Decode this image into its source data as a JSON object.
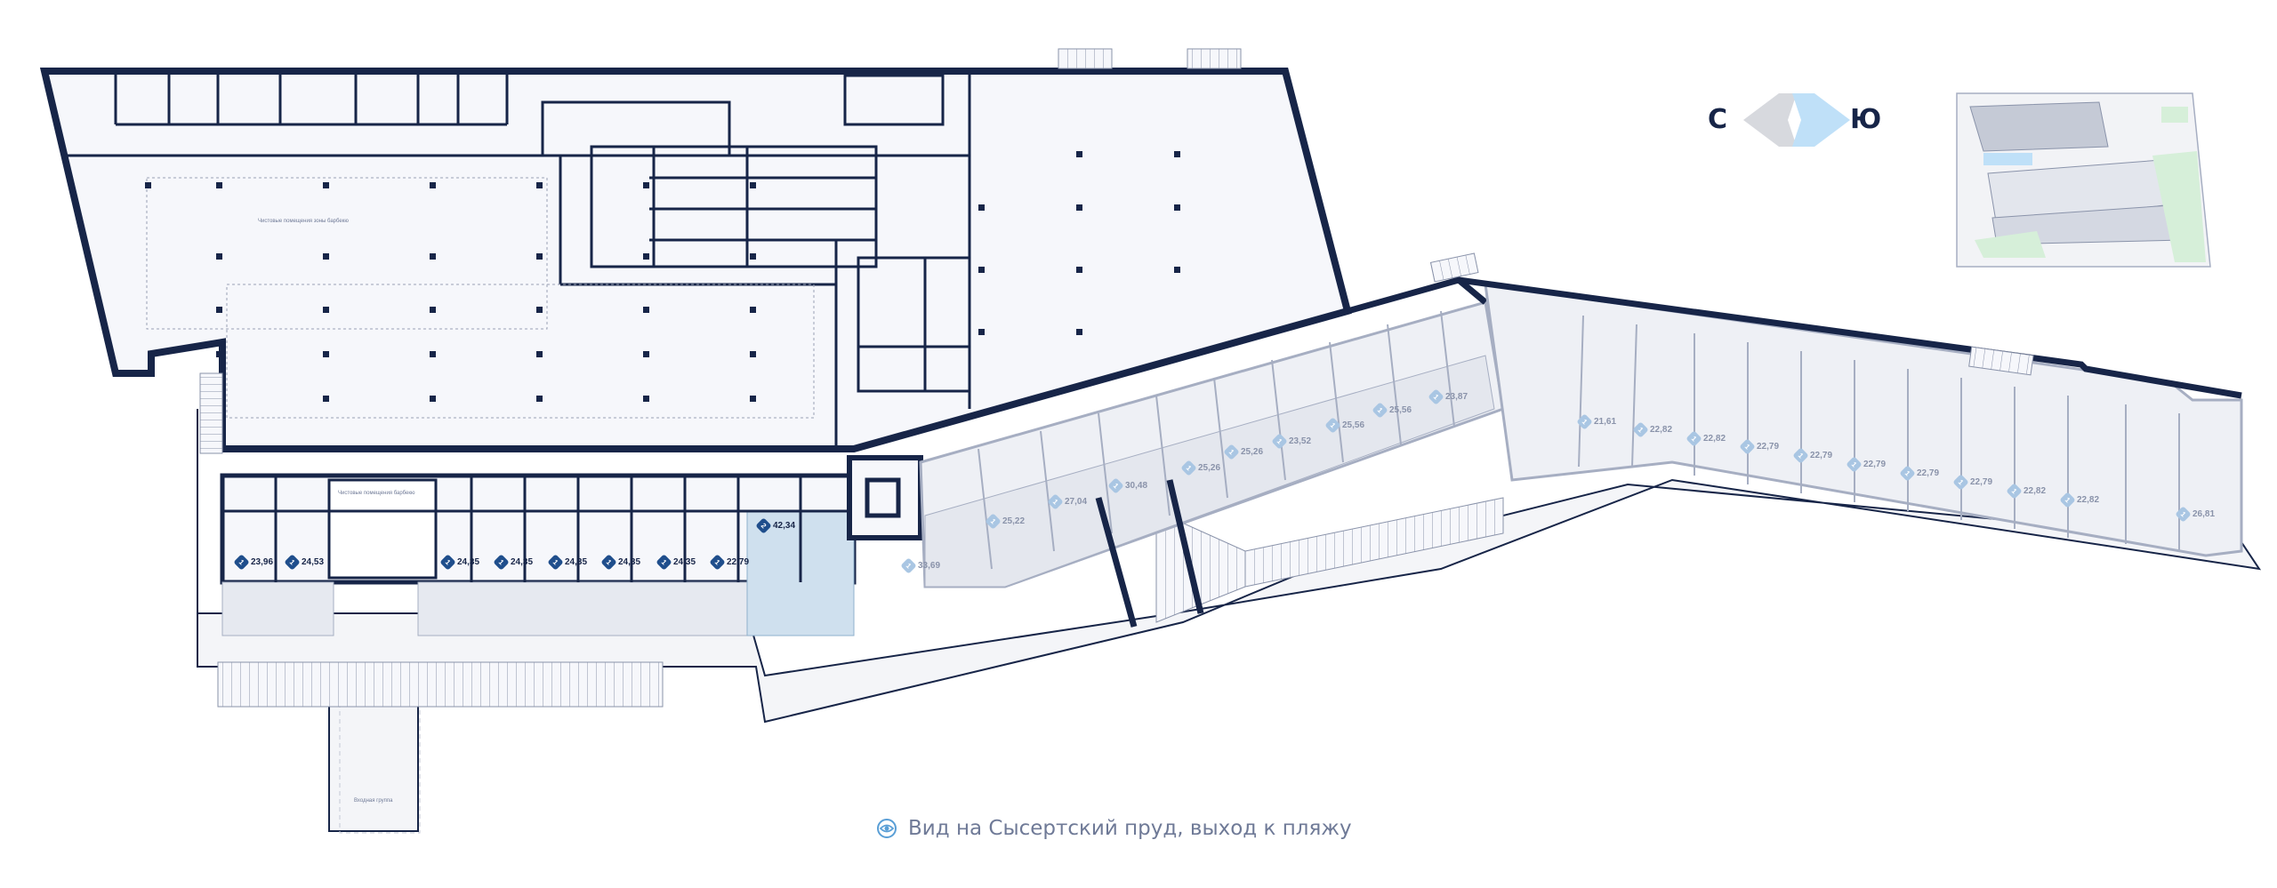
{
  "compass": {
    "north": "С",
    "south": "Ю"
  },
  "caption": {
    "text": "Вид на Сысертский пруд, выход к пляжу",
    "icon": "eye-icon"
  },
  "labels": {
    "area_a": "Чистовые помещения зоны барбекю",
    "area_b": "Чистовые помещения барбекю",
    "entrance": "Входная группа"
  },
  "units_left": [
    {
      "rooms": "1",
      "area": "23,96"
    },
    {
      "rooms": "1",
      "area": "24,53"
    },
    {
      "rooms": "1",
      "area": "24,35"
    },
    {
      "rooms": "1",
      "area": "24,35"
    },
    {
      "rooms": "1",
      "area": "24,35"
    },
    {
      "rooms": "1",
      "area": "24,35"
    },
    {
      "rooms": "1",
      "area": "24,35"
    },
    {
      "rooms": "1",
      "area": "22,79"
    },
    {
      "rooms": "2",
      "area": "42,34"
    }
  ],
  "units_middle": [
    {
      "rooms": "1",
      "area": "33,69"
    },
    {
      "rooms": "1",
      "area": "25,22"
    },
    {
      "rooms": "1",
      "area": "27,04"
    },
    {
      "rooms": "1",
      "area": "30,48"
    },
    {
      "rooms": "1",
      "area": "25,26"
    },
    {
      "rooms": "1",
      "area": "25,26"
    },
    {
      "rooms": "1",
      "area": "23,52"
    },
    {
      "rooms": "1",
      "area": "25,56"
    },
    {
      "rooms": "1",
      "area": "25,56"
    },
    {
      "rooms": "1",
      "area": "23,87"
    }
  ],
  "units_right": [
    {
      "rooms": "1",
      "area": "21,61"
    },
    {
      "rooms": "1",
      "area": "22,82"
    },
    {
      "rooms": "1",
      "area": "22,82"
    },
    {
      "rooms": "1",
      "area": "22,79"
    },
    {
      "rooms": "1",
      "area": "22,79"
    },
    {
      "rooms": "1",
      "area": "22,79"
    },
    {
      "rooms": "1",
      "area": "22,79"
    },
    {
      "rooms": "1",
      "area": "22,79"
    },
    {
      "rooms": "1",
      "area": "22,82"
    },
    {
      "rooms": "1",
      "area": "22,82"
    },
    {
      "rooms": "1",
      "area": "26,81"
    }
  ],
  "colors": {
    "wall": "#172548",
    "floor": "#f6f7fb",
    "highlight": "#cfe0ee",
    "badge": "#1f4e8c",
    "muted": "#a6aec2"
  }
}
